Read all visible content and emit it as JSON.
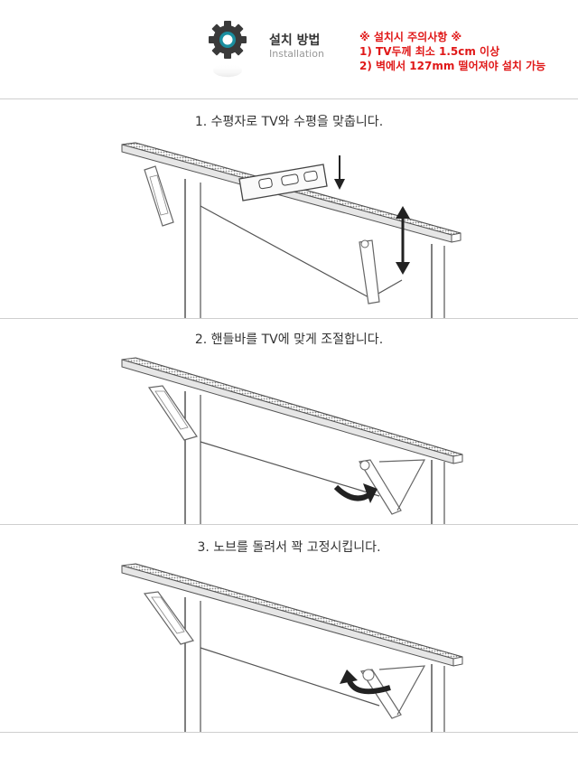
{
  "header": {
    "icon": "gear-icon",
    "title_ko": "설치 방법",
    "title_en": "Installation",
    "caution": {
      "heading": "※ 설치시 주의사항 ※",
      "items": [
        "1) TV두께 최소 1.5cm 이상",
        "2) 벽에서 127mm 떨어져야 설치 가능"
      ]
    },
    "colors": {
      "accent": "#1a8fa0",
      "caution": "#e01818"
    }
  },
  "steps": [
    {
      "label": "1. 수평자로 TV와 수평을 맞춥니다.",
      "icon": "spirit-level-icon"
    },
    {
      "label": "2. 핸들바를 TV에 맞게 조절합니다.",
      "icon": "curved-arrow-icon"
    },
    {
      "label": "3. 노브를 돌려서 꽉 고정시킵니다.",
      "icon": "rotate-arrow-icon"
    }
  ]
}
